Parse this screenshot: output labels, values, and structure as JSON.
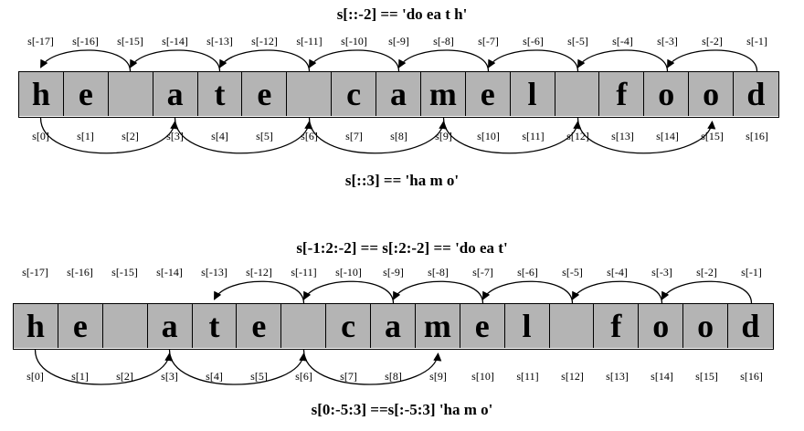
{
  "characters": [
    "h",
    "e",
    " ",
    "a",
    "t",
    "e",
    " ",
    "c",
    "a",
    "m",
    "e",
    "l",
    " ",
    "f",
    "o",
    "o",
    "d"
  ],
  "diagram1": {
    "title": "s[::-2] == 'do ea t h'",
    "caption": "s[::3] == 'ha m o'",
    "negative_labels": [
      "s[-17]",
      "s[-16]",
      "s[-15]",
      "s[-14]",
      "s[-13]",
      "s[-12]",
      "s[-11]",
      "s[-10]",
      "s[-9]",
      "s[-8]",
      "s[-7]",
      "s[-6]",
      "s[-5]",
      "s[-4]",
      "s[-3]",
      "s[-2]",
      "s[-1]"
    ],
    "positive_labels": [
      "s[0]",
      "s[1]",
      "s[2]",
      "s[3]",
      "s[4]",
      "s[5]",
      "s[6]",
      "s[7]",
      "s[8]",
      "s[9]",
      "s[10]",
      "s[11]",
      "s[12]",
      "s[13]",
      "s[14]",
      "s[15]",
      "s[16]"
    ],
    "top_arrows": [
      [
        2,
        0
      ],
      [
        4,
        2
      ],
      [
        6,
        4
      ],
      [
        8,
        6
      ],
      [
        10,
        8
      ],
      [
        12,
        10
      ],
      [
        14,
        12
      ],
      [
        16,
        14
      ]
    ],
    "bottom_arrows": [
      [
        0,
        3
      ],
      [
        3,
        6
      ],
      [
        6,
        9
      ],
      [
        9,
        12
      ],
      [
        12,
        15
      ]
    ]
  },
  "diagram2": {
    "title": "s[-1:2:-2] == s[:2:-2] == 'do ea t'",
    "caption": "s[0:-5:3] ==s[:-5:3] 'ha m o'",
    "negative_labels": [
      "s[-17]",
      "s[-16]",
      "s[-15]",
      "s[-14]",
      "s[-13]",
      "s[-12]",
      "s[-11]",
      "s[-10]",
      "s[-9]",
      "s[-8]",
      "s[-7]",
      "s[-6]",
      "s[-5]",
      "s[-4]",
      "s[-3]",
      "s[-2]",
      "s[-1]"
    ],
    "positive_labels": [
      "s[0]",
      "s[1]",
      "s[2]",
      "s[3]",
      "s[4]",
      "s[5]",
      "s[6]",
      "s[7]",
      "s[8]",
      "s[9]",
      "s[10]",
      "s[11]",
      "s[12]",
      "s[13]",
      "s[14]",
      "s[15]",
      "s[16]"
    ],
    "top_arrows": [
      [
        6,
        4
      ],
      [
        8,
        6
      ],
      [
        10,
        8
      ],
      [
        12,
        10
      ],
      [
        14,
        12
      ],
      [
        16,
        14
      ]
    ],
    "bottom_arrows": [
      [
        0,
        3
      ],
      [
        3,
        6
      ],
      [
        6,
        9
      ]
    ]
  },
  "colors": {
    "cell_fill": "#b4b4b4",
    "stroke": "#000000"
  }
}
